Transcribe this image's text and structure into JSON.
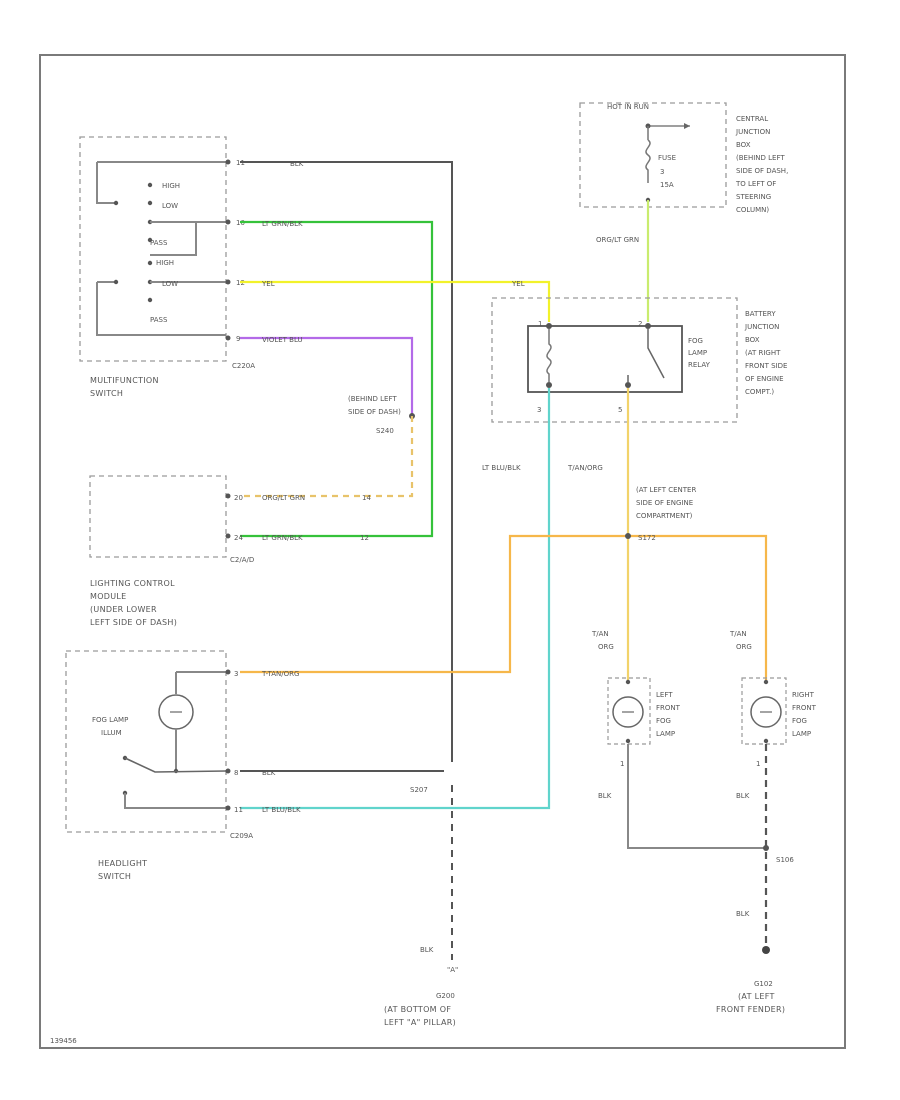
{
  "colors": {
    "lt_grn_blk": "#35c23a",
    "yel": "#f2f22a",
    "violet_blu": "#b36ae8",
    "t_tan_org": "#f6b74a",
    "org_dash": "#e8c36a",
    "lt_blu_blk": "#60d4cc",
    "grn_yel": "#c9ec6e",
    "frame": "#7a7a7a"
  },
  "fuse_block": {
    "title": "HOT IN RUN",
    "fuse": "FUSE",
    "fuse_no": "3",
    "amps": "15A",
    "location": [
      "CENTRAL",
      "JUNCTION",
      "BOX",
      "(BEHIND LEFT",
      "SIDE OF DASH,",
      "TO LEFT OF",
      "STEERING",
      "COLUMN)"
    ]
  },
  "multifunction_switch": {
    "positions": [
      "HIGH",
      "LOW",
      "PASS",
      "HIGH",
      "LOW",
      "PASS"
    ],
    "pins": [
      "11",
      "10",
      "12",
      "9"
    ],
    "connector": "C220A",
    "label": [
      "MULTIFUNCTION",
      "SWITCH"
    ]
  },
  "wires": {
    "blk": "BLK",
    "lt_grn_blk": "LT GRN/BLK",
    "yel": "YEL",
    "violet_blu": "VIOLET BLU",
    "org_ylw": "ORG/LT GRN",
    "lt_blu_blk": "LT BLU/BLK",
    "t_tan_org": "T-TAN/ORG",
    "tan_org": "T/AN/ORG",
    "org": "ORG",
    "yel_right": "YEL",
    "org_grn": "ORG/LT GRN",
    "blk_b": "BLK"
  },
  "splices": {
    "s240": "S240",
    "s240_loc": [
      "(BEHIND LEFT",
      "SIDE OF DASH)"
    ],
    "s172": "S172",
    "s172_loc": [
      "(AT LEFT CENTER",
      "SIDE OF ENGINE",
      "COMPARTMENT)"
    ],
    "s106": "S106",
    "s207": "S207"
  },
  "relay": {
    "name": [
      "FOG",
      "LAMP",
      "RELAY"
    ],
    "pins": [
      "1",
      "2",
      "3",
      "5"
    ],
    "box": [
      "BATTERY",
      "JUNCTION",
      "BOX",
      "(AT RIGHT",
      "FRONT SIDE",
      "OF ENGINE",
      "COMPT.)"
    ]
  },
  "lighting_module": {
    "pins": [
      "20",
      "24"
    ],
    "connector": "C2/A/D",
    "label": [
      "LIGHTING CONTROL",
      "MODULE",
      "(UNDER LOWER",
      "LEFT SIDE OF DASH)"
    ],
    "pin_right_a": "14",
    "pin_right_b": "12"
  },
  "headlight_switch": {
    "lamp_label": [
      "FOG LAMP",
      "ILLUM"
    ],
    "pins": [
      "3",
      "8",
      "11"
    ],
    "connector": "C209A",
    "label": [
      "HEADLIGHT",
      "SWITCH"
    ]
  },
  "fog_lamps": {
    "left": [
      "LEFT",
      "FRONT",
      "FOG",
      "LAMP"
    ],
    "right": [
      "RIGHT",
      "FRONT",
      "FOG",
      "LAMP"
    ],
    "pin": "1",
    "wire_top": [
      "T/AN",
      "ORG"
    ]
  },
  "grounds": {
    "g200": "G200",
    "g200_loc": [
      "(AT BOTTOM OF",
      "LEFT \"A\" PILLAR)"
    ],
    "g200_ref": "\"A\"",
    "g102": "G102",
    "g102_loc": [
      "(AT LEFT",
      "FRONT FENDER)"
    ]
  },
  "footer_code": "139456"
}
